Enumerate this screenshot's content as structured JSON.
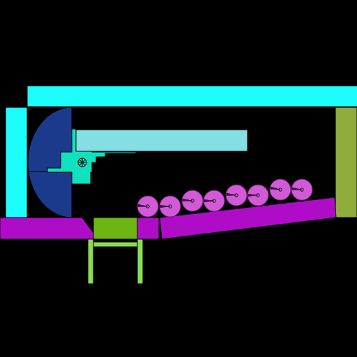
{
  "scene": {
    "background": "#000000",
    "colors": {
      "top_beam": "#1dfdfd",
      "left_wall": "#1dfdfd",
      "right_wall": "#8fac3c",
      "quarter_disc": "#1c3a8c",
      "cross_block": "#12e1bf",
      "slide_bar": "#84dfe5",
      "platform": "#af0cc8",
      "gate_block": "#6db512",
      "ladder": "#89dc55",
      "ball": "#d25ad8",
      "ball_outline": "#6e2075",
      "outline": "#000000"
    },
    "balls": [
      {
        "id": 1,
        "angle": 185
      },
      {
        "id": 2,
        "angle": 180
      },
      {
        "id": 3,
        "angle": 185
      },
      {
        "id": 4,
        "angle": 180
      },
      {
        "id": 5,
        "angle": 185
      },
      {
        "id": 6,
        "angle": 180
      },
      {
        "id": 7,
        "angle": 190
      },
      {
        "id": 8,
        "angle": 185
      }
    ]
  }
}
